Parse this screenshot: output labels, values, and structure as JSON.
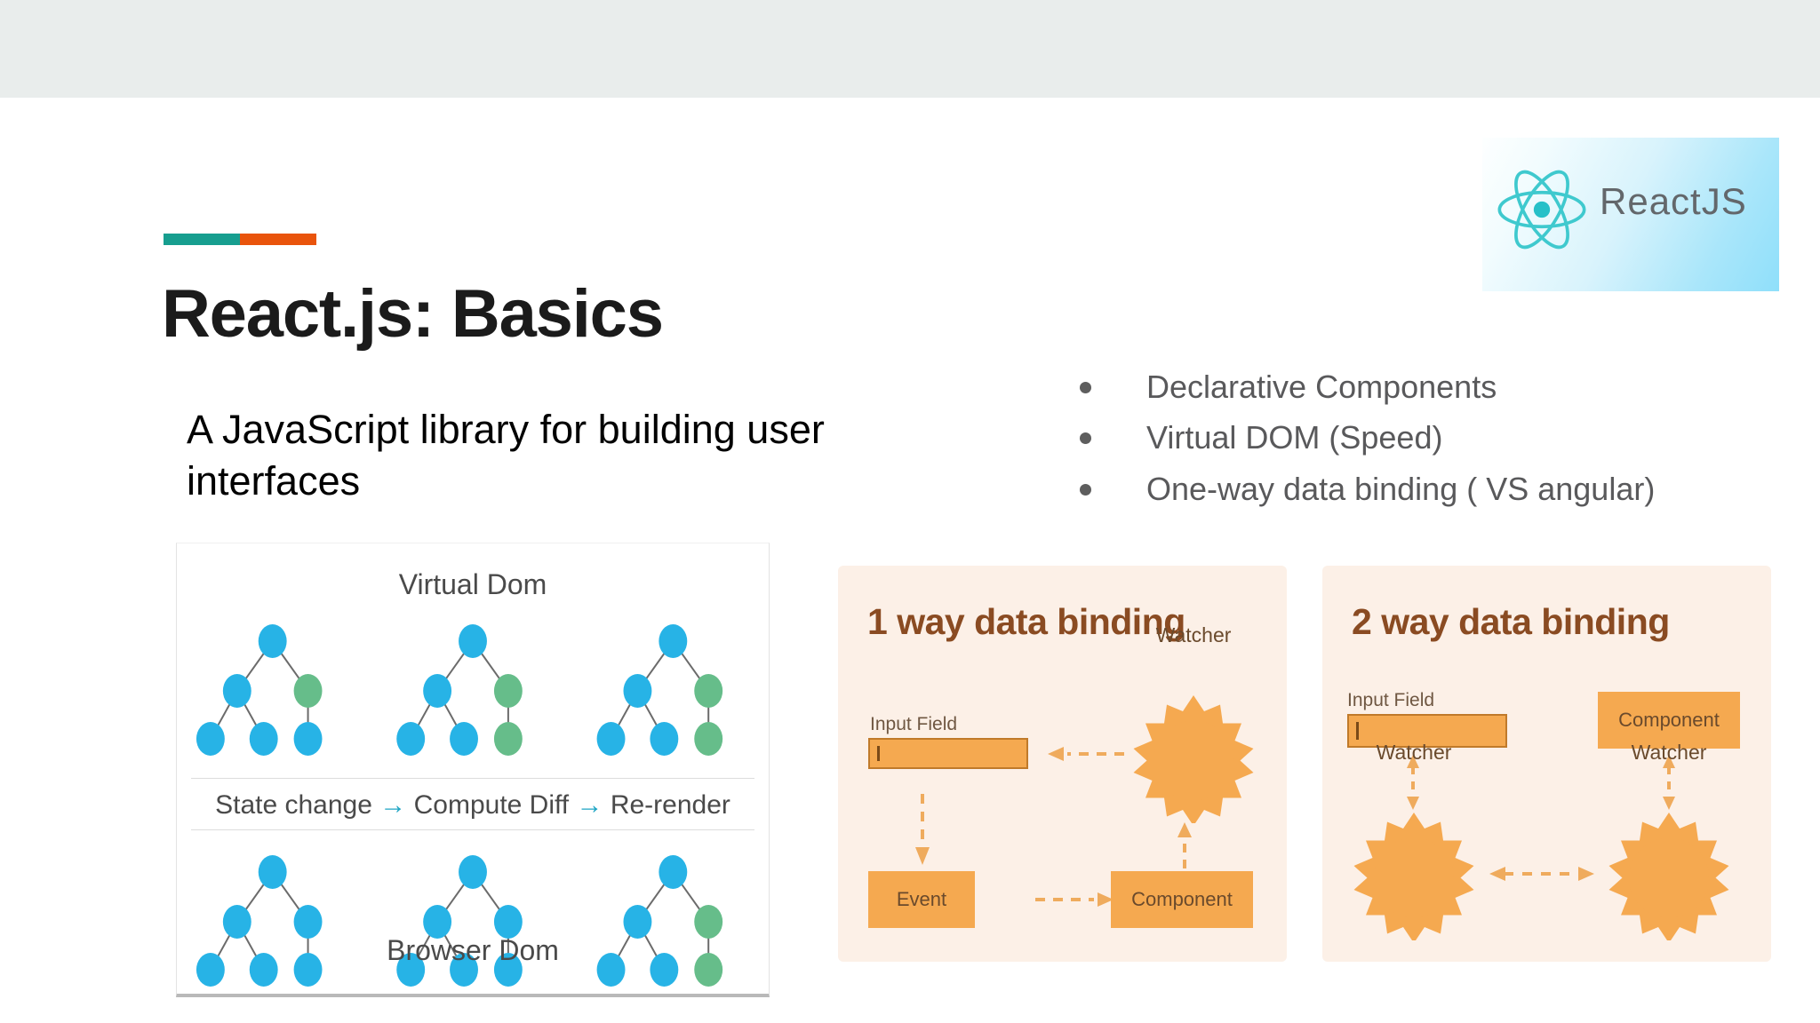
{
  "slide": {
    "title": "React.js: Basics",
    "lede": "A JavaScript library for building user interfaces",
    "accent_colors": {
      "left": "#179e8f",
      "right": "#e9540c"
    },
    "band_color": "#e9edec"
  },
  "logo": {
    "wordmark": "ReactJS",
    "icon": "react-atom-icon",
    "atom_color": "#3fc9ce",
    "bg_from": "#fdffff",
    "bg_to": "#8fdffa"
  },
  "bullets": [
    {
      "text": "Declarative Components"
    },
    {
      "text": "Virtual DOM (Speed)"
    },
    {
      "text": "One-way data binding ( VS angular)"
    }
  ],
  "vdom_figure": {
    "top_caption": "Virtual Dom",
    "bottom_caption": "Browser Dom",
    "flow_steps": [
      "State change",
      "Compute Diff",
      "Re-render"
    ],
    "flow_arrow": "→",
    "node_blue": "#27b3e6",
    "node_green": "#66bd8a",
    "link_color": "#6b6b6b"
  },
  "binding_one_way": {
    "title": "1 way data binding",
    "input_label": "Input Field",
    "input_value": "",
    "watcher_label": "Watcher",
    "event_label": "Event",
    "component_label": "Component",
    "accent": "#f5a950",
    "panel_bg": "#fcf0e7",
    "text_color": "#8a4b22"
  },
  "binding_two_way": {
    "title": "2 way data binding",
    "input_label": "Input Field",
    "input_value": "",
    "component_label": "Component",
    "watcher_left_label": "Watcher",
    "watcher_right_label": "Watcher",
    "accent": "#f5a950",
    "panel_bg": "#fcf0e7",
    "text_color": "#8a4b22"
  }
}
